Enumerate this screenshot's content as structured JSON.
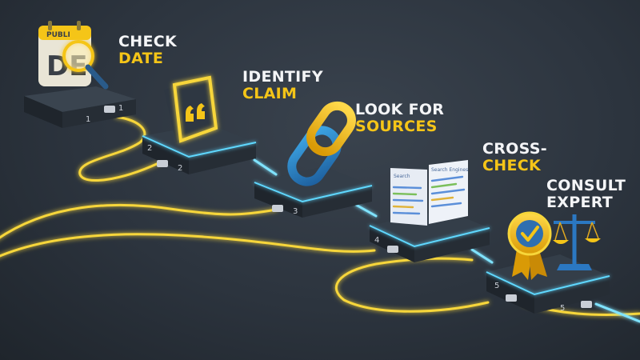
{
  "steps": [
    {
      "number": "1",
      "line1": "CHECK",
      "line2": "DATE",
      "icon": "calendar-magnifier-icon"
    },
    {
      "number": "2",
      "line1": "IDENTIFY",
      "line2": "CLAIM",
      "icon": "quote-icon"
    },
    {
      "number": "3",
      "line1": "LOOK FOR",
      "line2": "SOURCES",
      "icon": "chain-link-icon"
    },
    {
      "number": "4",
      "line1": "CROSS-",
      "line2": "CHECK",
      "icon": "search-engines-icon"
    },
    {
      "number": "5",
      "line1": "CONSULT",
      "line2": "EXPERT",
      "icon": "badge-scales-icon"
    }
  ],
  "calendar": {
    "header": "PUBLI",
    "letters": "DE"
  },
  "search_panels": {
    "left": "Search",
    "right": "Search Engines"
  },
  "colors": {
    "accent": "#f5c518",
    "glow": "#5fd8ff",
    "platform": "#2e3742",
    "background": "#2c343e"
  }
}
